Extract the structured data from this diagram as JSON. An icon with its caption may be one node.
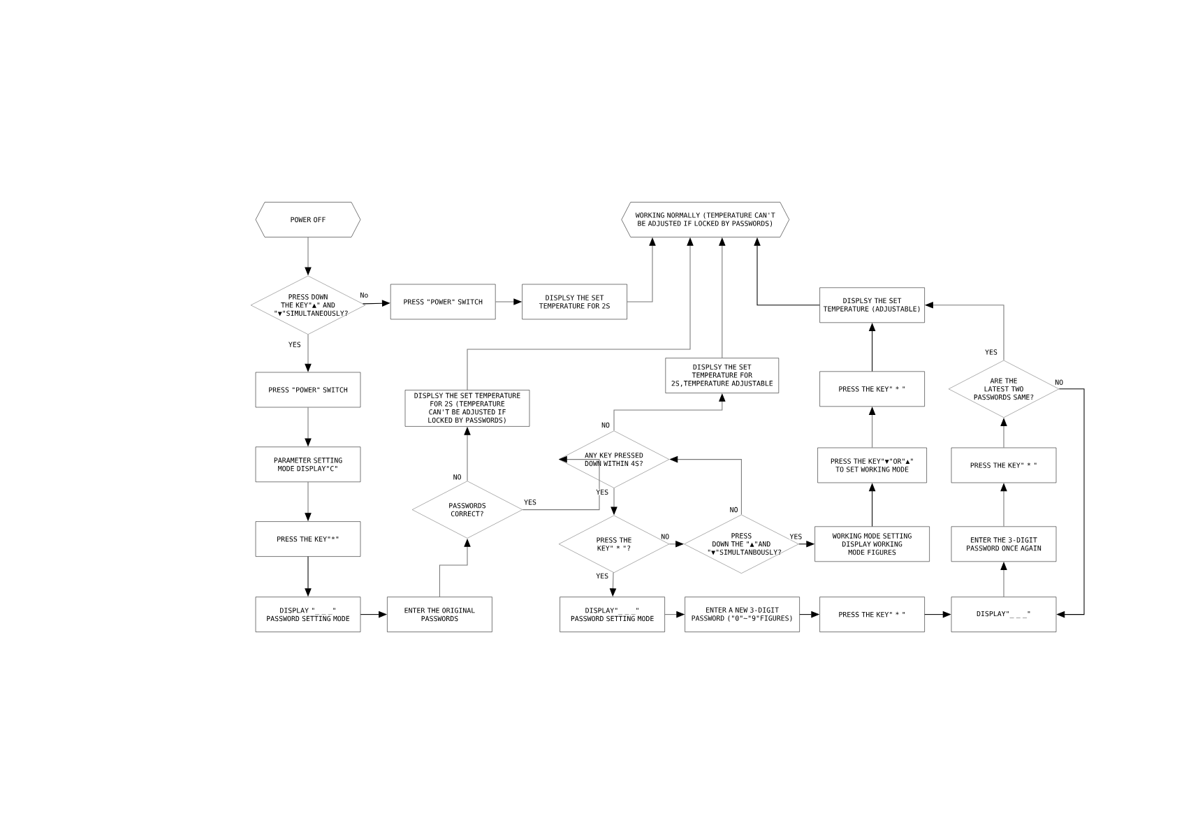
{
  "diagram": {
    "nodes": [
      {
        "text": [
          "POWER OFF"
        ]
      },
      {
        "text": [
          "PRESS DOWN THE KEY\"▲\" AND \"▼\"SIMULTANEOUSLY?"
        ]
      },
      {
        "text": [
          "PRESS \"POWER\" SWITCH"
        ]
      },
      {
        "text": [
          "DISPLSY THE SET TEMPERATURE FOR 2S"
        ]
      },
      {
        "text": [
          "WORKING NORMALLY (TEMPERATURE CAN'T BE ADJUSTED IF LOCKED BY PASSWORDS)"
        ]
      },
      {
        "text": [
          "PRESS \"POWER\" SWITCH"
        ]
      },
      {
        "text": [
          "DISPLSY THE SET TEMPERATURE FOR 2S (TEMPERATURE CAN'T BE ADJUSTED IF LOCKED BY PASSWORDS)"
        ]
      },
      {
        "text": [
          "DISPLSY THE SET TEMPERATURE FOR 2S,TEMPERATURE ADJUSTABLE"
        ]
      },
      {
        "text": [
          "DISPLSY THE SET TEMPERATURE (ADJUSTABLE)"
        ]
      },
      {
        "text": [
          "PRESS THE KEY\" * \""
        ]
      },
      {
        "text": [
          "ARE THE LATEST TWO PASSWORDS SAME?"
        ]
      },
      {
        "text": [
          "PARAMETER SETTING MODE DISPLAY\"C\""
        ]
      },
      {
        "text": [
          "ANY KEY PRESSED DOWN WITHIN 4S?"
        ]
      },
      {
        "text": [
          "PRESS THE KEY\"▼\"OR\"▲\" TO SET WORKING MODE"
        ]
      },
      {
        "text": [
          "PRESS THE KEY\" * \""
        ]
      },
      {
        "text": [
          "PASSWORDS CORRECT?"
        ]
      },
      {
        "text": [
          "PRESS THE KEY\"*\""
        ]
      },
      {
        "text": [
          "PRESS THE KEY\" * \"?"
        ]
      },
      {
        "text": [
          "PRESS DOWN THE \"▲\"AND \"▼\"SIMULTANBOUSLY?"
        ]
      },
      {
        "text": [
          "WORKING MODE SETTING DISPLAY WORKING MODE FIGURES"
        ]
      },
      {
        "text": [
          "ENTER THE 3-DIGIT PASSWORD ONCE AGAIN"
        ]
      },
      {
        "text": [
          "DISPLAY \"_ _ _\" PASSWORD SETTING MODE"
        ]
      },
      {
        "text": [
          "ENTER THE ORIGINAL PASSWORDS"
        ]
      },
      {
        "text": [
          "DISPLAY\"_ _ _\" PASSWORD SETTING MODE"
        ]
      },
      {
        "text": [
          "ENTER A NEW 3-DIGIT PASSWORD (\"0\"~\"9\"FIGURES)"
        ]
      },
      {
        "text": [
          "PRESS THE KEY\" * \""
        ]
      },
      {
        "text": [
          "DISPLAY\"_ _ _\""
        ]
      }
    ],
    "edges": [
      {
        "from": 0,
        "to": 1,
        "arrow": "to"
      },
      {
        "from": 1,
        "to": 2,
        "arrow": "to",
        "label": "No",
        "color": "#000000"
      },
      {
        "from": 1,
        "to": 5,
        "arrow": "to",
        "label": "YES"
      },
      {
        "from": 2,
        "to": 3,
        "arrow": "to"
      },
      {
        "from": 3,
        "to": 4,
        "arrow": "to"
      },
      {
        "from": 5,
        "to": 11,
        "arrow": "to"
      },
      {
        "from": 11,
        "to": 16,
        "arrow": "to"
      },
      {
        "from": 16,
        "to": 21,
        "arrow": "to",
        "color": "#000000"
      },
      {
        "from": 21,
        "to": 22,
        "arrow": "to",
        "color": "#000000"
      },
      {
        "from": 22,
        "to": 15,
        "arrow": "to"
      },
      {
        "from": 15,
        "to": 6,
        "arrow": "to",
        "label": "NO"
      },
      {
        "from": 15,
        "to": 12,
        "arrow": "to",
        "label": "YES"
      },
      {
        "from": 6,
        "to": 4,
        "arrow": "to"
      },
      {
        "from": 12,
        "to": 7,
        "arrow": "to",
        "label": "NO"
      },
      {
        "from": 7,
        "to": 4,
        "arrow": "to"
      },
      {
        "from": 12,
        "to": 17,
        "arrow": "to",
        "label": "YES"
      },
      {
        "from": 17,
        "to": 18,
        "arrow": "to",
        "label": "NO"
      },
      {
        "from": 18,
        "to": 12,
        "arrow": "to",
        "label": "NO"
      },
      {
        "from": 18,
        "to": 19,
        "arrow": "to",
        "label": "YES",
        "color": "#000000"
      },
      {
        "from": 17,
        "to": 23,
        "arrow": "to",
        "label": "YES"
      },
      {
        "from": 23,
        "to": 24,
        "arrow": "to"
      },
      {
        "from": 24,
        "to": 25,
        "arrow": "to",
        "color": "#000000"
      },
      {
        "from": 25,
        "to": 26,
        "arrow": "to",
        "color": "#000000"
      },
      {
        "from": 26,
        "to": 20,
        "arrow": "to"
      },
      {
        "from": 20,
        "to": 14,
        "arrow": "to"
      },
      {
        "from": 14,
        "to": 10,
        "arrow": "to"
      },
      {
        "from": 10,
        "to": 8,
        "arrow": "to",
        "label": "YES"
      },
      {
        "from": 10,
        "to": 26,
        "arrow": "to",
        "label": "NO",
        "color": "#000000"
      },
      {
        "from": 19,
        "to": 13,
        "arrow": "to",
        "color": "#000000"
      },
      {
        "from": 13,
        "to": 9,
        "arrow": "to"
      },
      {
        "from": 9,
        "to": 8,
        "arrow": "to",
        "color": "#000000"
      },
      {
        "from": 8,
        "to": 4,
        "arrow": "to",
        "color": "#000000"
      }
    ]
  }
}
